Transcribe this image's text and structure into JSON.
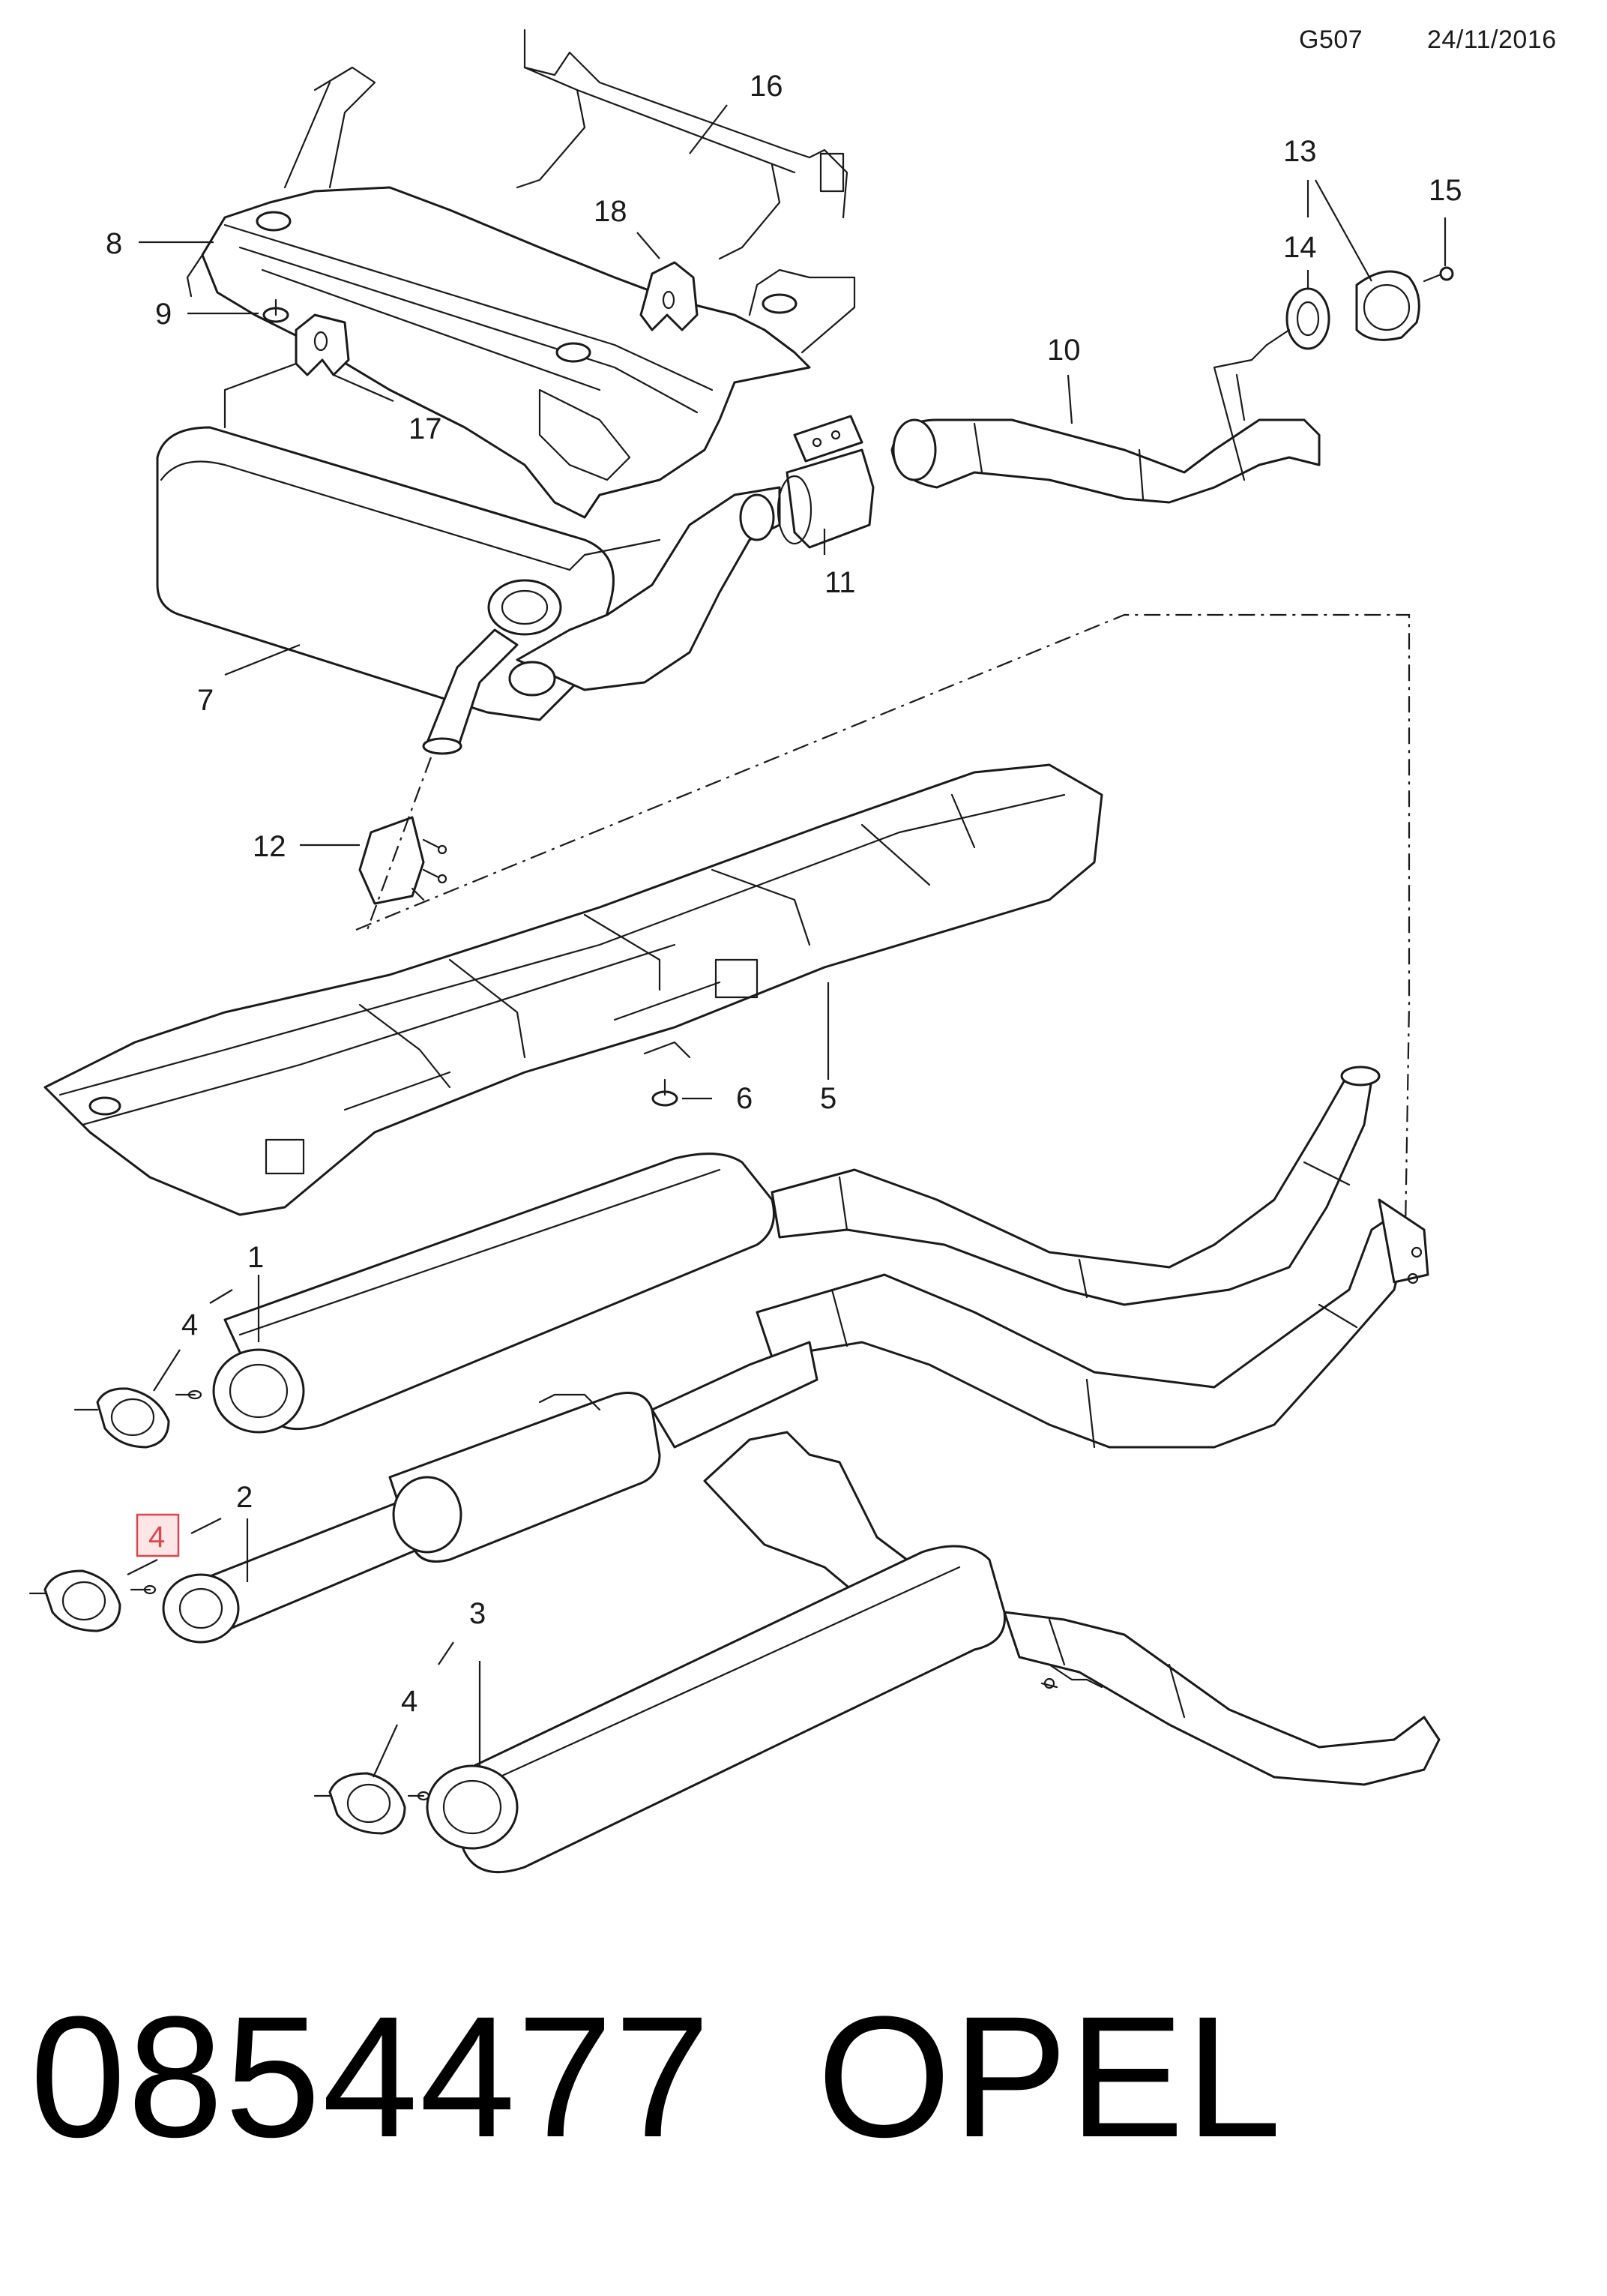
{
  "header": {
    "diagram_code": "G507",
    "date": "24/11/2016"
  },
  "callouts": {
    "c1": "1",
    "c2": "2",
    "c3": "3",
    "c4a": "4",
    "c4b": "4",
    "c4c": "4",
    "c5": "5",
    "c6": "6",
    "c7": "7",
    "c8": "8",
    "c9": "9",
    "c10": "10",
    "c11": "11",
    "c12": "12",
    "c13": "13",
    "c14": "14",
    "c15": "15",
    "c16": "16",
    "c17": "17",
    "c18": "18"
  },
  "highlighted_callout": "4",
  "highlight_color": "#d9464d",
  "footer": {
    "part_number": "0854477",
    "brand": "OPEL"
  }
}
